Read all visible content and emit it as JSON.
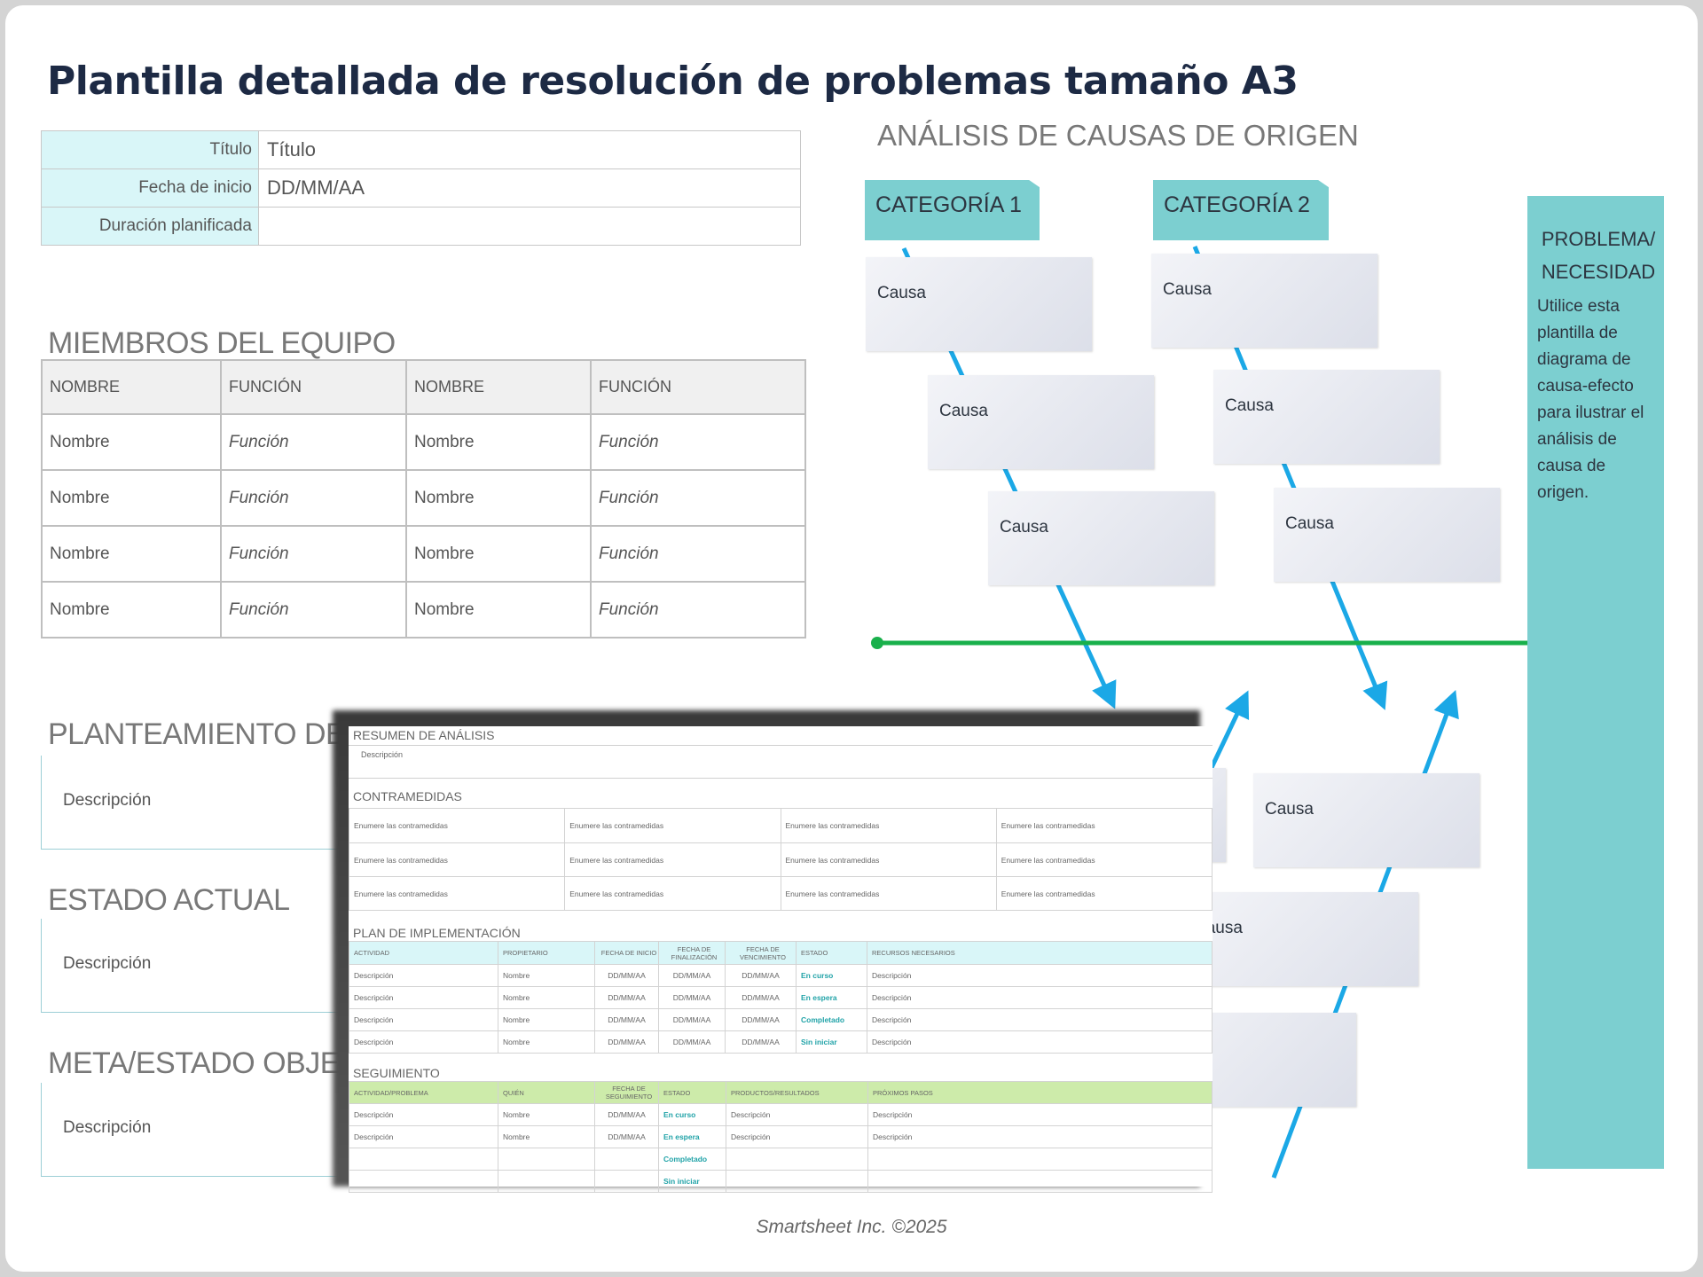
{
  "title": "Plantilla detallada de resolución de problemas tamaño A3",
  "info": {
    "rows": [
      {
        "label": "Título",
        "value": "Título"
      },
      {
        "label": "Fecha de inicio",
        "value": "DD/MM/AA"
      },
      {
        "label": "Duración planificada",
        "value": ""
      }
    ]
  },
  "team": {
    "title": "MIEMBROS DEL EQUIPO",
    "headers": [
      "NOMBRE",
      "FUNCIÓN",
      "NOMBRE",
      "FUNCIÓN"
    ],
    "rows": [
      [
        "Nombre",
        "Función",
        "Nombre",
        "Función"
      ],
      [
        "Nombre",
        "Función",
        "Nombre",
        "Función"
      ],
      [
        "Nombre",
        "Función",
        "Nombre",
        "Función"
      ],
      [
        "Nombre",
        "Función",
        "Nombre",
        "Función"
      ]
    ]
  },
  "sections": {
    "problem_statement": {
      "title": "PLANTEAMIENTO DEL PROBLEMA",
      "desc": "Descripción"
    },
    "current_state": {
      "title": "ESTADO ACTUAL",
      "desc": "Descripción"
    },
    "goal_state": {
      "title": "META/ESTADO OBJETIVO",
      "desc": "Descripción"
    }
  },
  "rca": {
    "title": "ANÁLISIS DE CAUSAS DE ORIGEN",
    "cat1": "CATEGORÍA 1",
    "cat2": "CATEGORÍA 2",
    "cause": "Causa",
    "problem_title": "PROBLEMA/ NECESIDAD",
    "problem_text": "Utilice esta plantilla de diagrama de causa-efecto para ilustrar el análisis de causa de origen."
  },
  "colors": {
    "teal": "#7ccfd0",
    "spine": "#19b04b",
    "bone": "#1ba8e6",
    "light_teal": "#d9f6f8",
    "light_green": "#cdebaa"
  },
  "overlay": {
    "summary": {
      "title": "RESUMEN DE ANÁLISIS",
      "desc": "Descripción"
    },
    "countermeasures": {
      "title": "CONTRAMEDIDAS",
      "item": "Enumere las contramedidas"
    },
    "plan": {
      "title": "PLAN DE IMPLEMENTACIÓN",
      "headers": [
        "ACTIVIDAD",
        "PROPIETARIO",
        "FECHA DE INICIO",
        "FECHA DE FINALIZACIÓN",
        "FECHA DE VENCIMIENTO",
        "ESTADO",
        "RECURSOS NECESARIOS"
      ],
      "rows": [
        [
          "Descripción",
          "Nombre",
          "DD/MM/AA",
          "DD/MM/AA",
          "DD/MM/AA",
          "En curso",
          "Descripción"
        ],
        [
          "Descripción",
          "Nombre",
          "DD/MM/AA",
          "DD/MM/AA",
          "DD/MM/AA",
          "En espera",
          "Descripción"
        ],
        [
          "Descripción",
          "Nombre",
          "DD/MM/AA",
          "DD/MM/AA",
          "DD/MM/AA",
          "Completado",
          "Descripción"
        ],
        [
          "Descripción",
          "Nombre",
          "DD/MM/AA",
          "DD/MM/AA",
          "DD/MM/AA",
          "Sin iniciar",
          "Descripción"
        ]
      ]
    },
    "followup": {
      "title": "SEGUIMIENTO",
      "headers": [
        "ACTIVIDAD/PROBLEMA",
        "QUIÉN",
        "FECHA DE SEGUIMIENTO",
        "ESTADO",
        "PRODUCTOS/RESULTADOS",
        "PRÓXIMOS PASOS"
      ],
      "rows": [
        [
          "Descripción",
          "Nombre",
          "DD/MM/AA",
          "En curso",
          "Descripción",
          "Descripción"
        ],
        [
          "Descripción",
          "Nombre",
          "DD/MM/AA",
          "En espera",
          "Descripción",
          "Descripción"
        ],
        [
          "",
          "",
          "",
          "Completado",
          "",
          ""
        ],
        [
          "",
          "",
          "",
          "Sin iniciar",
          "",
          ""
        ]
      ]
    }
  },
  "footer": "Smartsheet Inc. ©2025"
}
